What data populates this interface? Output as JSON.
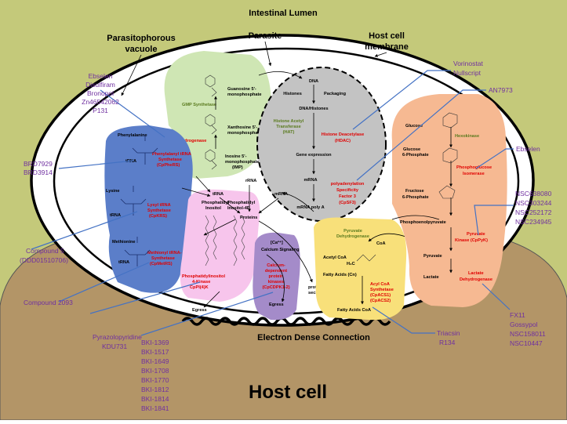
{
  "regions": {
    "intestinal_lumen": "Intestinal Lumen",
    "parasitophorous_vacuole": [
      "Parasitophorous",
      "vacuole"
    ],
    "parasite": "Parasite",
    "host_cell_membrane": [
      "Host cell",
      "membrane"
    ],
    "electron_dense_connection": "Electron Dense Connection",
    "host_cell": "Host cell"
  },
  "gmp_module": {
    "gmp_synthetase": "GMP Synthetase",
    "guanosine": [
      "Guanosine 5'-",
      "monophosphate"
    ],
    "xanthosine": [
      "Xanthosine 5'-",
      "monophosphate"
    ],
    "inosine": [
      "Inosine 5'-",
      "monophosphate",
      "(IMP)"
    ],
    "imp_dh": "IMP Dehydrogenase"
  },
  "nucleus": {
    "dna": "DNA",
    "histones": "Histones",
    "packaging": "Packaging",
    "dna_histones": "DNA/Histones",
    "hat": [
      "Histone Acetyl",
      "Transferase",
      "(HAT)"
    ],
    "hdac": [
      "Histone Deacetylase",
      "(HDAC)"
    ],
    "gene_expression": "Gene expression",
    "mrna": "mRNA",
    "cpsf": [
      "polyadenylation",
      "Specificity",
      "Factor 3",
      "(CpSF3)"
    ],
    "mrna_polya": "mRNA poly A"
  },
  "trna_module": {
    "phenylalanine": "Phenylalanine",
    "trna1": "tRNA",
    "phers": [
      "Phenylalanyl tRNA",
      "Synthetase",
      "(CpPheRS)"
    ],
    "lysine": "Lysine",
    "trna2": "tRNA",
    "lysrs": [
      "Lysyl tRNA",
      "Synthetase",
      "(CpKRS)"
    ],
    "methionine": "Methionine",
    "trna3": "tRNA",
    "metrs": [
      "Methionyl tRNA-",
      "Synthetase",
      "(CpMetRS)"
    ]
  },
  "center": {
    "trna": "tRNA",
    "rrna": "rRNA",
    "mrna": "mRNA",
    "proteins": "Proteins",
    "proteins_secretion": [
      "proteins",
      "secretion"
    ],
    "egress": "Egress"
  },
  "pi_module": {
    "pi": [
      "Phosphatidyl",
      "Inositol"
    ],
    "pi4p": [
      "Phosphatidyl",
      "Inositol-4P"
    ],
    "pi4k": [
      "Phosphatidylinositol",
      "4-Kinase",
      "CpPI(4)K"
    ]
  },
  "calcium_module": {
    "ca": "[Ca²⁺]",
    "ca_signaling": "Calcium Signaling",
    "cdpk": [
      "Calcium-",
      "dependent",
      "protein",
      "kinases",
      "(CpCDPK1-2)"
    ],
    "egress": "Egress"
  },
  "fatty_module": {
    "pdh": [
      "Pyruvate",
      "Dehydrogenase"
    ],
    "acetyl_coa": "Acetyl CoA",
    "coa": "CoA",
    "ch3": "H₃C",
    "fa_cn": "Fatty Acids (Cn)",
    "acs": [
      "Acyl CoA",
      "Synthetase",
      "(CpACS1)",
      "(CpACS2)"
    ],
    "fa_coa": "Fatty Acids CoA"
  },
  "glycolysis": {
    "glucose": "Glucose",
    "hexokinase": "Hexokinase",
    "g6p": [
      "Glucose",
      "6-Phosphate"
    ],
    "pgi": [
      "Phosphoglucose",
      "Isomerase"
    ],
    "f6p": [
      "Fructose",
      "6-Phosphate"
    ],
    "pep": "Phosphoenolpyruvate",
    "pyk": [
      "Pyruvate",
      "Kinase (CpPyK)"
    ],
    "pyruvate": "Pyruvate",
    "lactate": "Lactate",
    "ldh": [
      "Lactate",
      "Dehydrogenase"
    ]
  },
  "drugs": {
    "impdh": [
      "Ebselen",
      "Disulfiram",
      "Bronopol",
      "Zn46542062",
      "P131"
    ],
    "phers": [
      "BRD7929",
      "BRD3914"
    ],
    "lysrs": [
      "Compound 5",
      "(DDD01510706)"
    ],
    "metrs": "Compound 2093",
    "pi4k": [
      "Pyrazolopyridine",
      "KDU731"
    ],
    "cdpk": [
      "BKI-1369",
      "BKI-1517",
      "BKI-1649",
      "BKI-1708",
      "BKI-1770",
      "BKI-1812",
      "BKI-1814",
      "BKI-1841"
    ],
    "hdac": [
      "Vorinostat",
      "Nullscript"
    ],
    "cpsf": "AN7973",
    "pgi": "Ebselen",
    "pyk": [
      "NSC638080",
      "NSC303244",
      "NSC252172",
      "NSC234945"
    ],
    "ldh": [
      "FX11",
      "Gossypol",
      "NSC158011",
      "NSC10447"
    ],
    "acs": [
      "Triacsin",
      "R134"
    ]
  },
  "colors": {
    "background": "#c4c97a",
    "host_cell": "#b39567",
    "gmp_region": "#cfe6b4",
    "trna_region": "#5b7ec9",
    "nucleus": "#c3c3c3",
    "pi_region": "#f7c5ec",
    "calcium_region": "#a48bc9",
    "fatty_region": "#f8e07a",
    "glycolysis_region": "#f6b992",
    "enzyme_text": "#e00000",
    "drug_text": "#7030a0",
    "connector_line": "#4472c4"
  }
}
